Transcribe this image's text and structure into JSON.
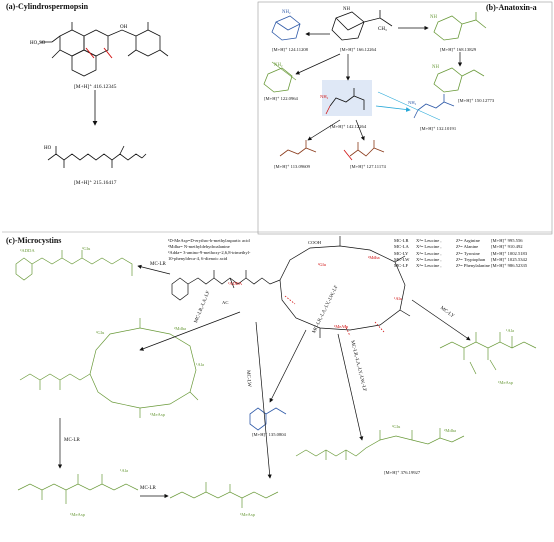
{
  "panels": {
    "a_title": "(a)-Cylindrospermopsin",
    "b_title": "(b)-Anatoxin-a",
    "c_title": "(c)-Microcystins"
  },
  "cylindrospermopsin": {
    "parent_ion": "[M+H]⁺ 416.12345",
    "fragment_ion": "[M+H]⁺ 215.16417"
  },
  "anatoxin": {
    "ion_124": "[M+H]⁺ 124.11208",
    "ion_166": "[M+H]⁺ 166.12264",
    "ion_168": "[M+H]⁺ 168.13829",
    "ion_122": "[M+H]⁺ 122.0964",
    "ion_142": "[M+H]⁺ 142.12264",
    "ion_150": "[M+H]⁺ 150.12773",
    "ion_132": "[M+H]⁺ 132.10191",
    "ion_113": "[M+H]⁺ 113.09609",
    "ion_127": "[M+H]⁺ 127.11174",
    "ch3": "CH₃"
  },
  "microcystins": {
    "notes": [
      "¹D-MeAsp=D-erythro-b-methylaspartic acid",
      "²Mdha= N-methyldehydroalanine",
      "³Adda= 3-amino-9-methoxy-2,6,8-trimethyl-",
      "10-phenyldeca-4, 6-dienoic acid"
    ],
    "variants": [
      {
        "name": "MC-LR",
        "x": "X²= Leucine ,",
        "z": "Z²= Arginine",
        "mz": "[M+H]⁺ 995.556"
      },
      {
        "name": "MC-LA",
        "x": "X²= Leucine ,",
        "z": "Z²= Alanine",
        "mz": "[M+H]⁺ 910.492"
      },
      {
        "name": "MC-LY",
        "x": "X²= Leucine ,",
        "z": "Z²= Tyrosine",
        "mz": "[M+H]⁺ 1002.5183"
      },
      {
        "name": "MC-LW",
        "x": "X²= Leucine ,",
        "z": "Z²= Tryptophan",
        "mz": "[M+H]⁺ 1025.5342"
      },
      {
        "name": "MC-LF",
        "x": "X²= Leucine ,",
        "z": "Z²= Phenylalanine",
        "mz": "[M+H]⁺ 986.52335"
      }
    ],
    "residues": {
      "adda": "³ADDA",
      "glu": "³Glu",
      "mdha": "²Mdha",
      "ala": "¹Ala",
      "measp": "¹MeAsp",
      "x": "X²",
      "z": "Z²",
      "cooh": "COOH",
      "ac": "AC",
      "o": "O"
    },
    "arrows": {
      "mc_lr_top": "MC-LR",
      "mc_lr_la_lf": "MC-LR,-LA,-LF",
      "mc_lw": "MC-LW",
      "mc_lr_la_ly_lw_lf_1": "MC-LR,-LA,-LY,-LW,-LF",
      "mc_lr_la_ly_lw_lf_2": "MC-LR,-LA,-LY,-LW,-LF",
      "mc_ly": "MC-LY",
      "mc_lr_mid": "MC-LR",
      "mc_lr_bottom": "MC-LR"
    },
    "ion_135": "[M+H]⁺ 135.0804",
    "ion_376": "[M+H]⁺ 376.19927"
  },
  "colors": {
    "black": "#111111",
    "green": "#6a9a3a",
    "blue": "#2f5aa8",
    "red": "#d01010",
    "cyan": "#27a8d8",
    "brown": "#8a3a1a"
  }
}
